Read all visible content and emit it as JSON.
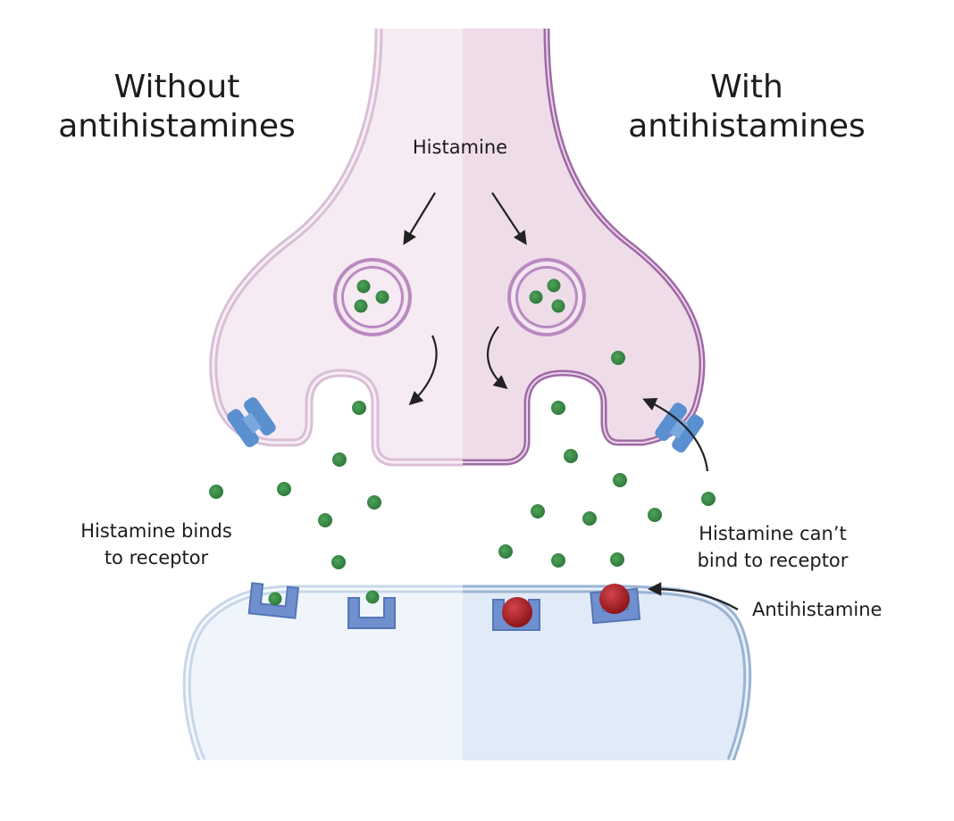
{
  "headings": {
    "left": [
      "Without",
      "antihistamines"
    ],
    "right": [
      "With",
      "antihistamines"
    ]
  },
  "labels": {
    "histamine": "Histamine",
    "binds": [
      "Histamine binds",
      "to receptor"
    ],
    "cant_bind": [
      "Histamine can’t",
      "bind to receptor"
    ],
    "antihistamine": "Antihistamine"
  },
  "colors": {
    "presynaptic_fill_left": "#f6eaf3",
    "presynaptic_fill_right": "#eedde9",
    "presynaptic_border": "#a06aa6",
    "postsynaptic_fill_left": "#eff5fb",
    "postsynaptic_fill_right": "#e1ebf7",
    "postsynaptic_border": "#9ab3d4",
    "receptor": "#6f8fcf",
    "channel": "#5a8fd0",
    "histamine_dot": "#2f7a3c",
    "antihistamine_ball": "#a52427",
    "arrow": "#222222"
  }
}
